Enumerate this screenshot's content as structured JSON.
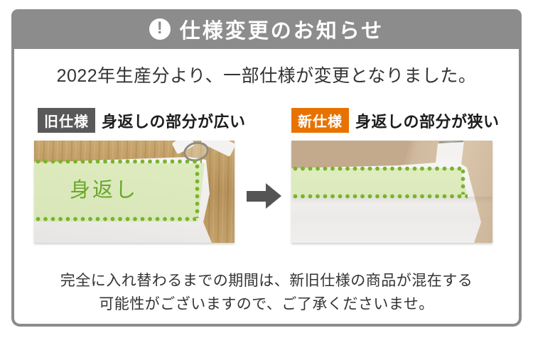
{
  "title_bar": {
    "icon_glyph": "!",
    "title": "仕様変更のお知らせ"
  },
  "intro": {
    "text": "2022年生産分より、一部仕様が変更となりました。"
  },
  "comparison": {
    "old": {
      "badge": "旧仕様",
      "caption": "身返しの部分が広い",
      "photo_annotation": "身返し"
    },
    "new": {
      "badge": "新仕様",
      "caption": "身返しの部分が狭い"
    }
  },
  "footer": {
    "line1": "完全に入れ替わるまでの期間は、新旧仕様の商品が混在する",
    "line2": "可能性がございますので、ご了承くださいませ。"
  },
  "colors": {
    "banner_gray": "#8c8c8c",
    "old_badge_gray": "#595959",
    "new_badge_orange": "#e87200",
    "highlight_dot_green": "#7ab32c",
    "highlight_fill_green": "#e4eecb",
    "annotation_green": "#69a82c",
    "arrow_gray": "#545454",
    "text_dark": "#333333"
  }
}
